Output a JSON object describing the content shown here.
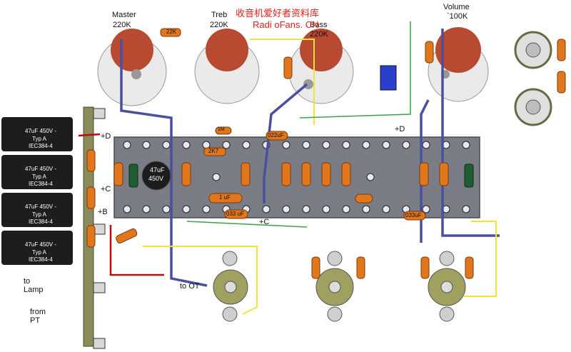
{
  "watermark": {
    "line1": "收音机爱好者资料库",
    "line2": "Radi oFans. CN"
  },
  "pots": [
    {
      "name": "Master",
      "value": "220K"
    },
    {
      "name": "Treb",
      "value": "220K"
    },
    {
      "name": "Bass",
      "value": "220K"
    },
    {
      "name": "Volume",
      "value": "`100K"
    }
  ],
  "filter_caps": {
    "value": "47uF 450V -",
    "type": "Typ A",
    "part": "IEC384-4"
  },
  "board_cap": {
    "value": "47uF",
    "voltage": "450V"
  },
  "rails": {
    "d1": "+D",
    "d2": "+D",
    "c1": "+C",
    "c2": "+C",
    "b": "+B"
  },
  "component_labels": {
    "r22k": "22K",
    "c1uf": "1 uF",
    "c033": "033 uF",
    "c022": "022uF",
    "c033b": "033uF",
    "r2": "2K7",
    "r1m": "1M"
  },
  "leads": {
    "lamp": "to\nLamp",
    "pt": "from\nPT",
    "ot": "to OT"
  },
  "colors": {
    "board": "#7b7d86",
    "resistor": "#e2761c",
    "wire_blue": "#4a4fa0",
    "wire_yellow": "#f2e23a",
    "wire_green": "#3ca24a",
    "wire_red": "#b01010"
  }
}
